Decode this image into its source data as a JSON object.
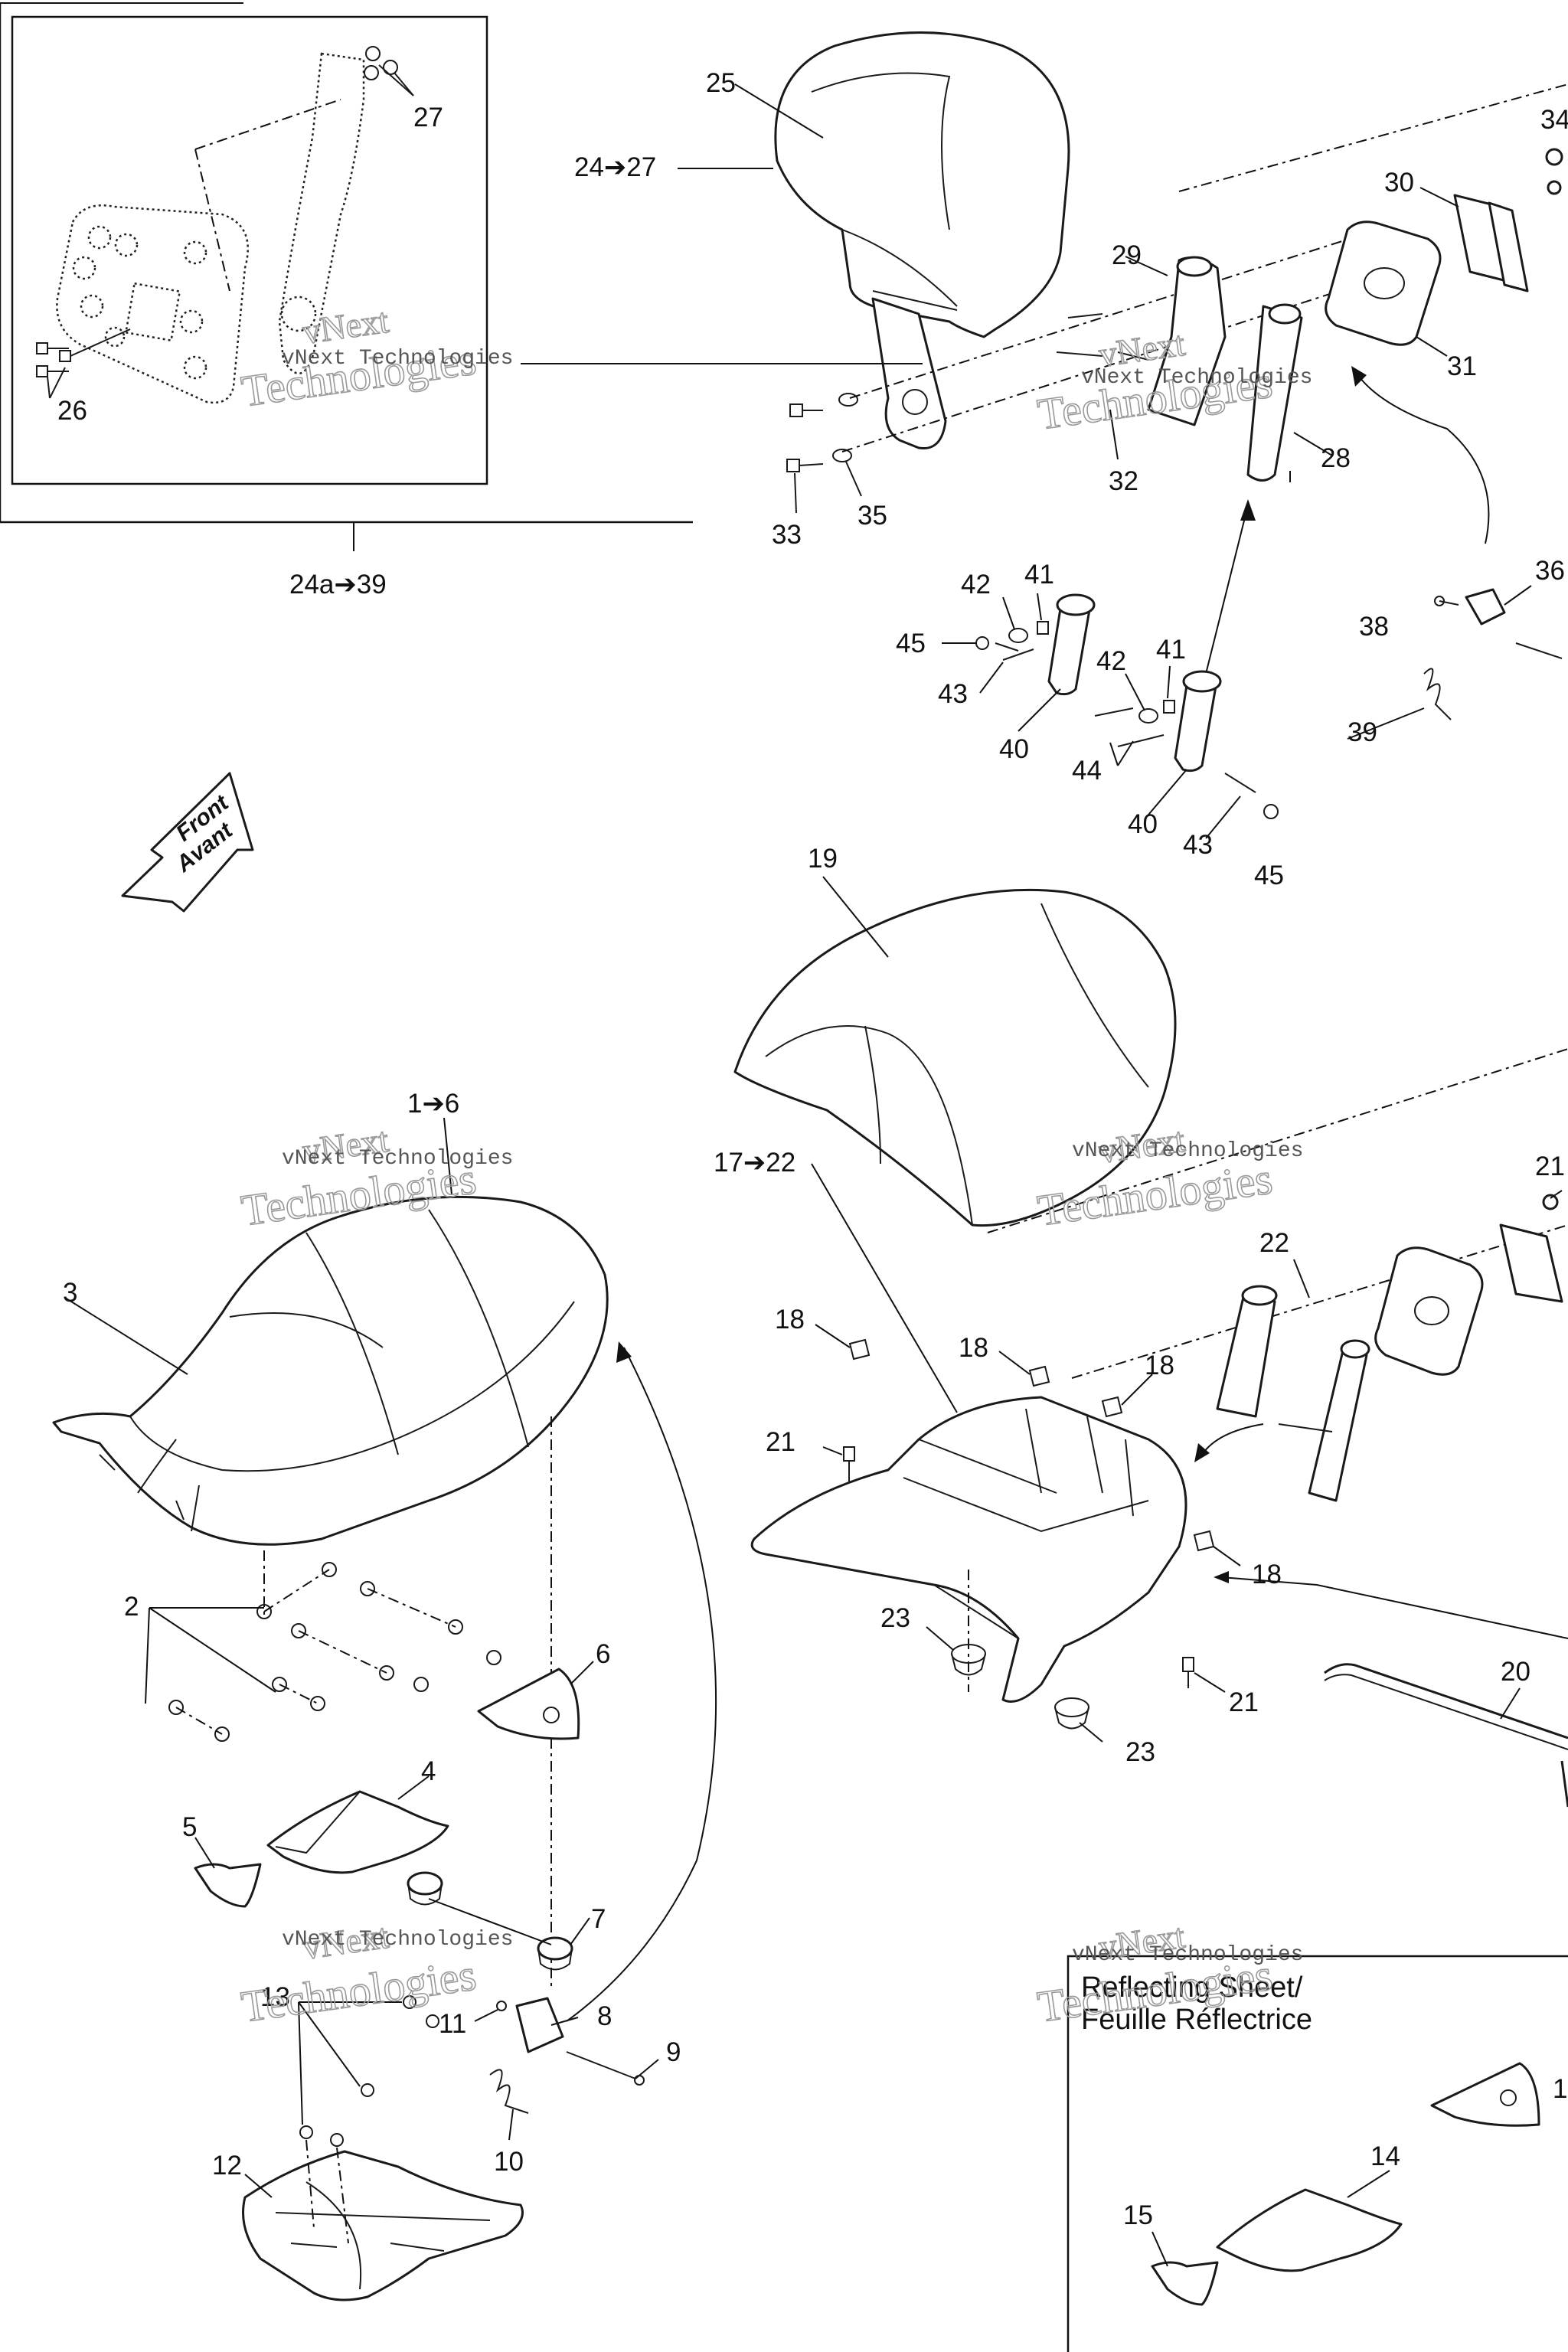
{
  "labels": {
    "l1": "1➔6",
    "l2": "2",
    "l3": "3",
    "l4": "4",
    "l5": "5",
    "l6": "6",
    "l7": "7",
    "l8": "8",
    "l9": "9",
    "l10": "10",
    "l11": "11",
    "l12": "12",
    "l13": "13",
    "l14": "14",
    "l15": "15",
    "l16": "1",
    "l17": "17➔22",
    "l18a": "18",
    "l18b": "18",
    "l18c": "18",
    "l18d": "18",
    "l19": "19",
    "l20": "20",
    "l21a": "21",
    "l21b": "21",
    "l21c": "21",
    "l22": "22",
    "l23a": "23",
    "l23b": "23",
    "l24": "24➔27",
    "l24a": "24a➔39",
    "l25": "25",
    "l26": "26",
    "l27": "27",
    "l28": "28",
    "l29": "29",
    "l30": "30",
    "l31": "31",
    "l32": "32",
    "l33": "33",
    "l34": "34",
    "l35": "35",
    "l36": "36",
    "l38": "38",
    "l39": "39",
    "l40a": "40",
    "l40b": "40",
    "l41a": "41",
    "l41b": "41",
    "l42a": "42",
    "l42b": "42",
    "l43a": "43",
    "l43b": "43",
    "l44": "44",
    "l45a": "45",
    "l45b": "45"
  },
  "front_arrow": {
    "line1": "Front",
    "line2": "Avant"
  },
  "reflecting_box": {
    "title_line1": "Reflecting Sheet/",
    "title_line2": "Feuille Réflectrice"
  },
  "watermark": {
    "brand": "vNext",
    "name": "Technologies",
    "full": "vNext Technologies"
  }
}
